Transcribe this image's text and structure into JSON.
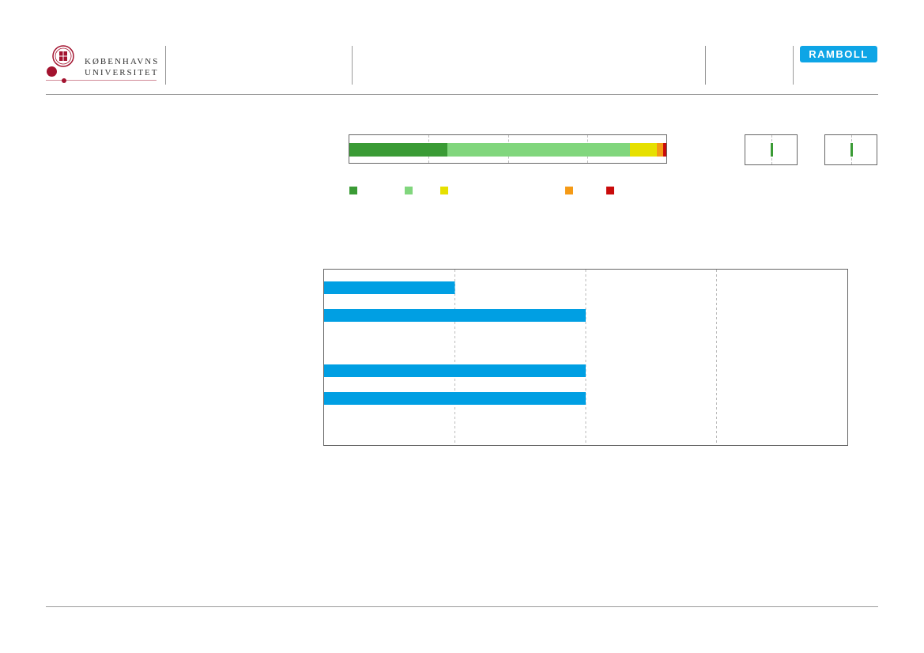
{
  "header": {
    "ku_name_line1": "KØBENHAVNS",
    "ku_name_line2": "UNIVERSITET",
    "ramboll_logo_text": "RAMBOLL",
    "ku_color": "#a3132f",
    "ramboll_color": "#0ea5e6"
  },
  "chart_data": [
    {
      "type": "bar",
      "orientation": "horizontal",
      "stacked": true,
      "title": "",
      "xlim": [
        0,
        100
      ],
      "grid": true,
      "series": [
        {
          "value": 31,
          "color": "#3a9b35"
        },
        {
          "value": 57.5,
          "color": "#81d67d"
        },
        {
          "value": 8.5,
          "color": "#e6e000"
        },
        {
          "value": 2,
          "color": "#f59a16"
        },
        {
          "value": 1,
          "color": "#c90b0b"
        }
      ],
      "legend": [
        {
          "label": "",
          "color": "#3a9b35"
        },
        {
          "label": "",
          "color": "#81d67d"
        },
        {
          "label": "",
          "color": "#e6e000"
        },
        {
          "label": "",
          "color": "#f59a16"
        },
        {
          "label": "",
          "color": "#c90b0b"
        }
      ]
    },
    {
      "type": "bar",
      "orientation": "horizontal",
      "title": "",
      "xlim": [
        0,
        4
      ],
      "grid": true,
      "color": "#009fe3",
      "categories": [
        "",
        "",
        "",
        "",
        "",
        ""
      ],
      "values": [
        1,
        2,
        0,
        2,
        2,
        0
      ]
    }
  ],
  "mini_indicators": [
    {
      "color": "#3a9b35"
    },
    {
      "color": "#3a9b35"
    }
  ]
}
